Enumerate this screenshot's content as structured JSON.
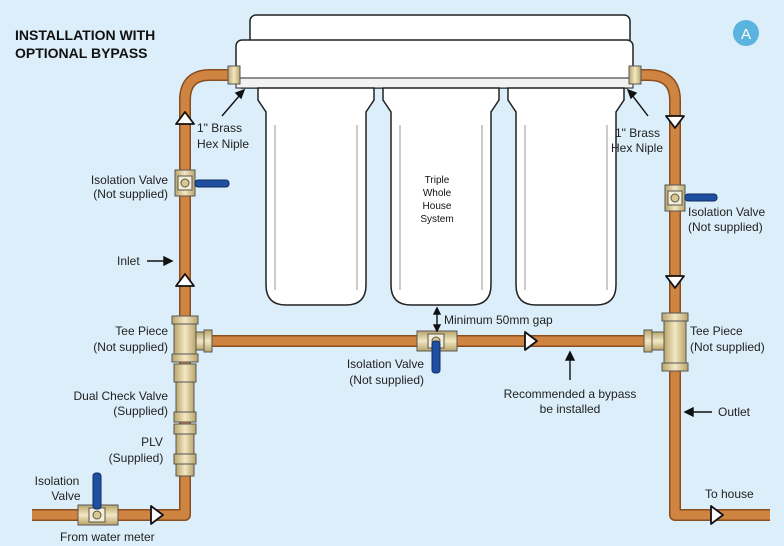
{
  "title_line1": "INSTALLATION WITH",
  "title_line2": "OPTIONAL BYPASS",
  "badge": "A",
  "system_label": [
    "Triple",
    "Whole",
    "House",
    "System"
  ],
  "labels": {
    "hex_left_1": "1\" Brass",
    "hex_left_2": "Hex Niple",
    "hex_right_1": "1\" Brass",
    "hex_right_2": "Hex Niple",
    "iso_left_1": "Isolation Valve",
    "iso_left_2": "(Not supplied)",
    "iso_right_1": "Isolation Valve",
    "iso_right_2": "(Not supplied)",
    "inlet": "Inlet",
    "tee_left_1": "Tee Piece",
    "tee_left_2": "(Not supplied)",
    "tee_right_1": "Tee Piece",
    "tee_right_2": "(Not supplied)",
    "min_gap": "Minimum 50mm gap",
    "iso_mid_1": "Isolation Valve",
    "iso_mid_2": "(Not supplied)",
    "bypass_1": "Recommended a bypass",
    "bypass_2": "be installed",
    "dual_check_1": "Dual Check Valve",
    "dual_check_2": "(Supplied)",
    "plv_1": "PLV",
    "plv_2": "(Supplied)",
    "iso_bottom_1": "Isolation",
    "iso_bottom_2": "Valve",
    "outlet": "Outlet",
    "to_house": "To house",
    "from_meter": "From water meter"
  },
  "colors": {
    "background": "#dbeef9",
    "pipe": "#c87b3a",
    "pipe_edge": "#8a4e1e",
    "brass": "#e6d7a8",
    "valve_handle": "#1f4fa0",
    "housing": "#ffffff",
    "badge": "#5bb3e0"
  }
}
